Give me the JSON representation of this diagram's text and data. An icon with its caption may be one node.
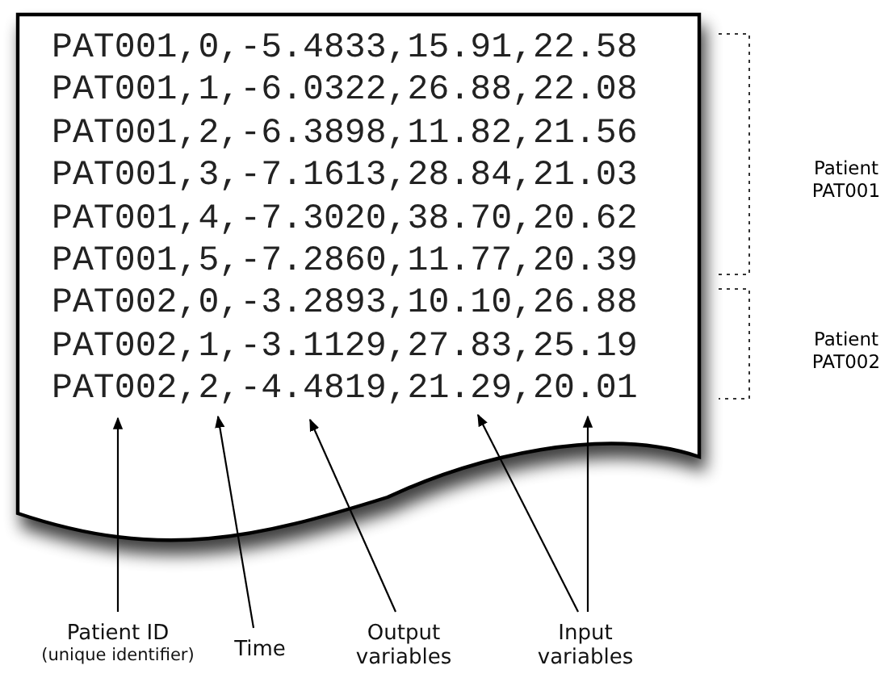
{
  "diagram": {
    "nodes": [
      {
        "text": [
          "PAT001,0,-5.4833,15.91,22.58",
          "PAT001,1,-6.0322,26.88,22.08",
          "PAT001,2,-6.3898,11.82,21.56",
          "PAT001,3,-7.1613,28.84,21.03",
          "PAT001,4,-7.3020,38.70,20.62",
          "PAT001,5,-7.2860,11.77,20.39",
          "PAT002,0,-3.2893,10.10,26.88",
          "PAT002,1,-3.1129,27.83,25.19",
          "PAT002,2,-4.4819,21.29,20.01"
        ]
      },
      {
        "text": [
          "Patient ID",
          "(unique identifier)"
        ]
      },
      {
        "text": [
          "Time"
        ]
      },
      {
        "text": [
          "Output variables"
        ]
      },
      {
        "text": [
          "Input variables"
        ]
      }
    ],
    "edges": [
      {
        "from": 1,
        "to": 0,
        "arrow": "to"
      },
      {
        "from": 2,
        "to": 0,
        "arrow": "to"
      },
      {
        "from": 3,
        "to": 0,
        "arrow": "to"
      },
      {
        "from": 4,
        "to": 0,
        "arrow": "to"
      },
      {
        "from": 4,
        "to": 0,
        "arrow": "to"
      }
    ],
    "labels": [
      "Patient PAT001",
      "Patient PAT002"
    ]
  }
}
